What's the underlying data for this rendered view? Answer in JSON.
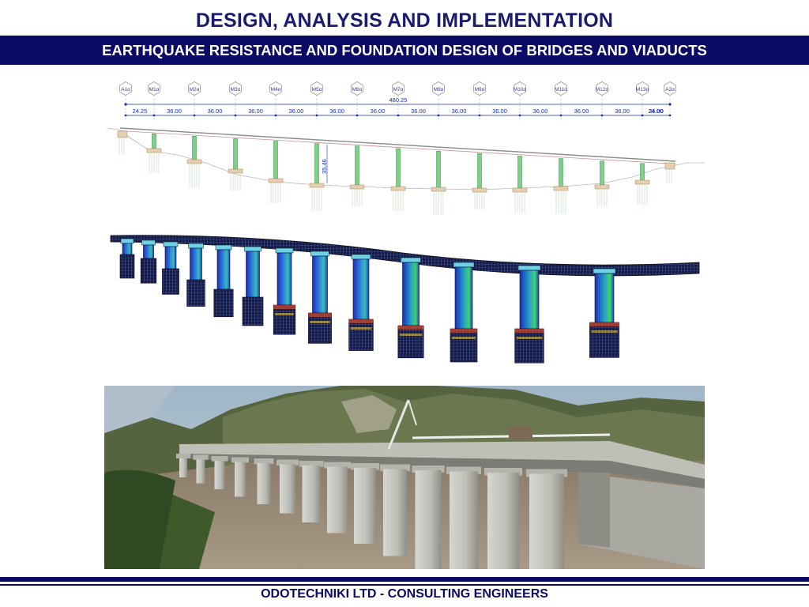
{
  "slide": {
    "title": "DESIGN, ANALYSIS AND IMPLEMENTATION",
    "subtitle": "EARTHQUAKE RESISTANCE AND FOUNDATION DESIGN OF BRIDGES AND VIADUCTS",
    "footer": "ODOTECHNIKI LTD - CONSULTING ENGINEERS"
  },
  "elevation": {
    "support_labels": [
      "A1α",
      "M1α",
      "M2α",
      "M3α",
      "M4α",
      "M5α",
      "M6α",
      "M7α",
      "M8α",
      "M9α",
      "M10α",
      "M11α",
      "M12α",
      "M13α",
      "A2α"
    ],
    "total_length": "480.25",
    "span_lengths": [
      "24.25",
      "36.00",
      "36.00",
      "36.00",
      "36.00",
      "36.00",
      "36.00",
      "36.00",
      "36.00",
      "36.00",
      "36.00",
      "36.00",
      "36.00",
      "36.00",
      "24.00"
    ],
    "pier_height_label": "35.46"
  },
  "colors": {
    "navy": "#0b0b66",
    "title": "#1a1a6e",
    "dimension_blue": "#1a2fb0"
  }
}
